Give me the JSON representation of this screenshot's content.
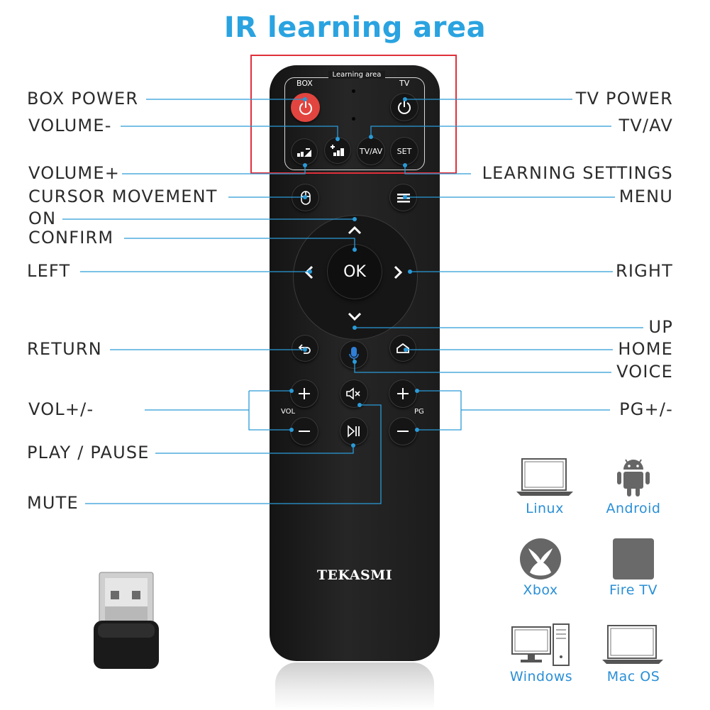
{
  "title": "IR learning area",
  "remote": {
    "learning_area_caption": "Learning area",
    "box_label": "BOX",
    "tv_label": "TV",
    "tvav_text": "TV/AV",
    "set_text": "SET",
    "ok_text": "OK",
    "vol_text": "VOL",
    "pg_text": "PG",
    "brand": "TEKASMI"
  },
  "labels": {
    "left": [
      "BOX POWER",
      "VOLUME-",
      "VOLUME+",
      "CURSOR MOVEMENT",
      "ON",
      "CONFIRM",
      "LEFT",
      "RETURN",
      "VOL+/-",
      "PLAY / PAUSE",
      "MUTE"
    ],
    "right": [
      "TV POWER",
      "TV/AV",
      "LEARNING SETTINGS",
      "MENU",
      "RIGHT",
      "UP",
      "HOME",
      "VOICE",
      "PG+/-"
    ]
  },
  "compatibility": [
    {
      "name": "Linux",
      "icon": "laptop-icon"
    },
    {
      "name": "Android",
      "icon": "android-icon"
    },
    {
      "name": "Xbox",
      "icon": "xbox-icon"
    },
    {
      "name": "Fire TV",
      "icon": "fire-tv-icon"
    },
    {
      "name": "Windows",
      "icon": "desktop-pc-icon"
    },
    {
      "name": "Mac OS",
      "icon": "laptop-icon"
    }
  ],
  "colors": {
    "title": "#2aa3e0",
    "ir_box": "#e0303a",
    "leader": "#2a9ad8",
    "power_red": "#e2453f",
    "mic_blue": "#2f7fd8"
  }
}
